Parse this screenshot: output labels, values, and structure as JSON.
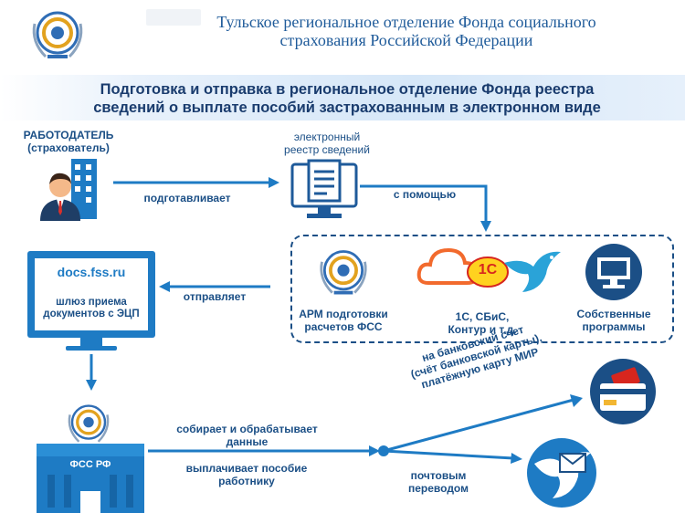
{
  "header": {
    "line1": "Тульское региональное отделение Фонда социального",
    "line2": "страхования Российской Федерации"
  },
  "banner": {
    "line1": "Подготовка и отправка в региональное отделение Фонда реестра",
    "line2": "сведений о выплате пособий застрахованным в электронном виде"
  },
  "employer": {
    "title": "РАБОТОДАТЕЛЬ",
    "subtitle": "(страхователь)"
  },
  "registry": {
    "line1": "электронный",
    "line2": "реестр сведений"
  },
  "arrows": {
    "prepares": "подготавливает",
    "with_help": "с помощью",
    "sends": "отправляет"
  },
  "gateway": {
    "site": "docs.fss.ru",
    "line1": "шлюз приема",
    "line2": "документов с ЭЦП"
  },
  "tools": {
    "arm_line1": "АРМ подготовки",
    "arm_line2": "расчетов ФСС",
    "soft_line1": "1С, СБиС,",
    "soft_line2": "Контур и т.д.",
    "own_line1": "Собственные",
    "own_line2": "программы",
    "onec_logo": "1С"
  },
  "fss": {
    "building_label": "ФСС РФ",
    "collects_line1": "собирает и обрабатывает",
    "collects_line2": "данные",
    "pays_line1": "выплачивает пособие",
    "pays_line2": "работнику"
  },
  "payout": {
    "bank_line1": "на банковский счет",
    "bank_line2": "(счёт банковской карты),",
    "bank_line3": "платёжную карту МИР",
    "post_line1": "почтовым",
    "post_line2": "переводом"
  },
  "icons": [
    "fss-emblem-icon",
    "employer-icon",
    "document-monitor-icon",
    "cloud-icon",
    "onec-icon",
    "bird-logo-icon",
    "computer-icon",
    "bank-card-icon",
    "post-dove-icon",
    "envelope-icon"
  ],
  "colors": {
    "primary": "#1e7bc4",
    "dark": "#1b4f86",
    "banner": "#d6e7f8",
    "orange": "#f26a2d"
  }
}
